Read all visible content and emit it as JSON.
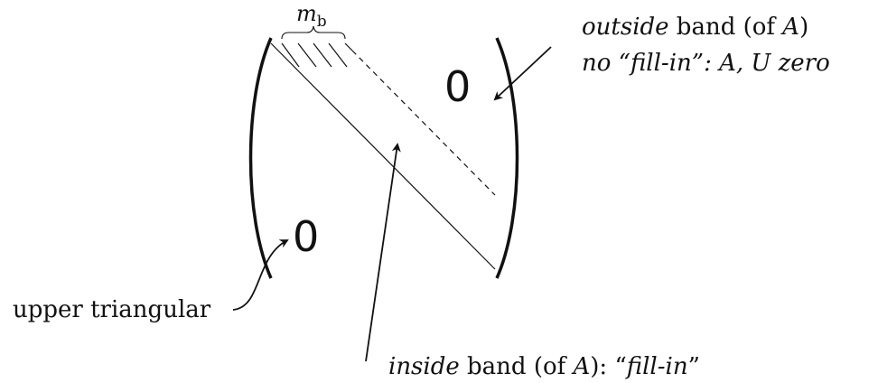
{
  "diagram": {
    "band_label_main": "m",
    "band_label_sub": "b",
    "zero_upper": "0",
    "zero_lower": "0",
    "outside_line1_italic": "outside",
    "outside_line1_rest": " band (of ",
    "outside_line1_var": "A",
    "outside_line1_end": ")",
    "outside_line2_a": "no “fill-in”: ",
    "outside_line2_b": "A, U zero",
    "upper_label": "upper triangular",
    "inside_italic": "inside",
    "inside_rest": " band (of ",
    "inside_var": "A",
    "inside_mid": "): “",
    "inside_fill": "fill-in",
    "inside_end": "”"
  },
  "colors": {
    "ink": "#111111",
    "background": "#ffffff"
  }
}
